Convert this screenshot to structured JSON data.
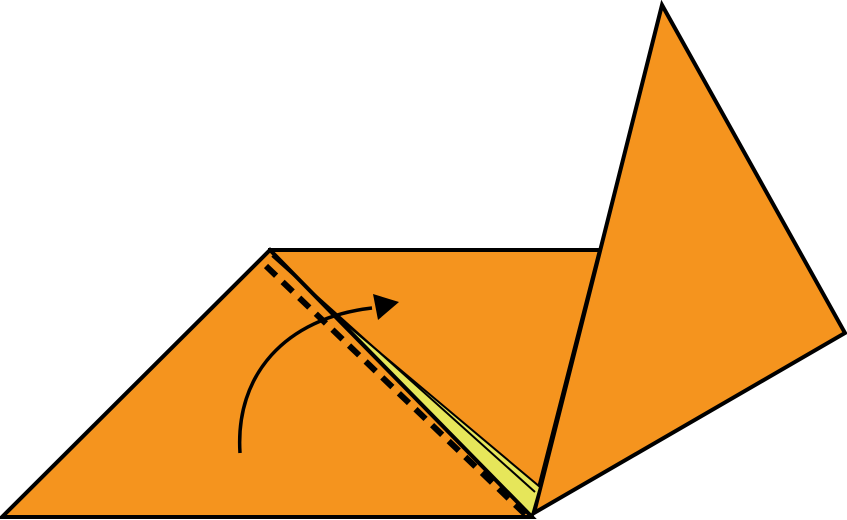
{
  "diagram": {
    "type": "origami-folding-step",
    "colors": {
      "paper": "#F5941E",
      "paper_back": "#E6E65A",
      "outline": "#000000",
      "background": "#FFFFFF"
    },
    "elements": {
      "left_triangle": "left-triangle-flap",
      "middle_panel": "middle-square-panel",
      "right_flap": "raised-right-flap",
      "inner_layer": "inner-layer-edge",
      "fold_line": "valley-fold-dashed-line",
      "fold_arrow": "fold-direction-arrow"
    }
  }
}
